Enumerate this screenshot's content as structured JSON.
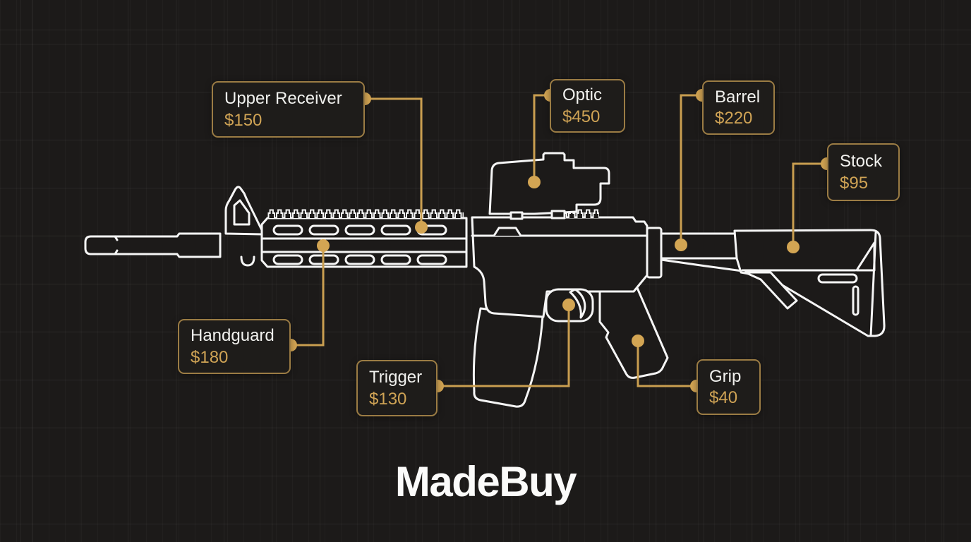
{
  "brand": {
    "logo": "MadeBuy"
  },
  "diagram": {
    "description": "rifle-parts-price-infographic",
    "parts": [
      {
        "id": "upper-receiver",
        "name": "Upper Receiver",
        "price": "$150"
      },
      {
        "id": "optic",
        "name": "Optic",
        "price": "$450"
      },
      {
        "id": "barrel",
        "name": "Barrel",
        "price": "$220"
      },
      {
        "id": "stock",
        "name": "Stock",
        "price": "$95"
      },
      {
        "id": "handguard",
        "name": "Handguard",
        "price": "$180"
      },
      {
        "id": "trigger",
        "name": "Trigger",
        "price": "$130"
      },
      {
        "id": "grip",
        "name": "Grip",
        "price": "$40"
      }
    ],
    "colors": {
      "background": "#1c1a19",
      "outline": "#f5f5f5",
      "accent_line": "#c99e50",
      "accent_dot": "#d3a553",
      "label_border": "#9b7c44",
      "price_text": "#cfa355",
      "name_text": "#f1f1ee"
    }
  }
}
